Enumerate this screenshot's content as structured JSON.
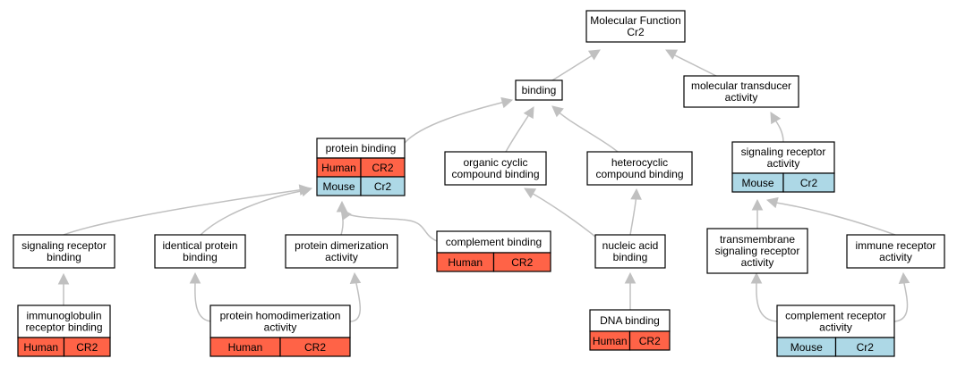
{
  "colors": {
    "human": "#ff6347",
    "mouse": "#add8e6",
    "edge": "#c0c0c0"
  },
  "nodes": {
    "mf": {
      "lines": [
        "Molecular Function",
        "Cr2"
      ]
    },
    "bind": {
      "lines": [
        "binding"
      ]
    },
    "mtrans": {
      "lines": [
        "molecular transducer",
        "activity"
      ]
    },
    "pbind": {
      "lines": [
        "protein binding"
      ],
      "rows": [
        [
          "Human",
          "CR2"
        ],
        [
          "Mouse",
          "Cr2"
        ]
      ]
    },
    "occb": {
      "lines": [
        "organic cyclic",
        "compound binding"
      ]
    },
    "hcb": {
      "lines": [
        "heterocyclic",
        "compound binding"
      ]
    },
    "sra": {
      "lines": [
        "signaling receptor",
        "activity"
      ],
      "rows": [
        [
          "Mouse",
          "Cr2"
        ]
      ]
    },
    "srb": {
      "lines": [
        "signaling receptor",
        "binding"
      ]
    },
    "ipb": {
      "lines": [
        "identical protein",
        "binding"
      ]
    },
    "pda": {
      "lines": [
        "protein dimerization",
        "activity"
      ]
    },
    "cb": {
      "lines": [
        "complement binding"
      ],
      "rows": [
        [
          "Human",
          "CR2"
        ]
      ]
    },
    "nab": {
      "lines": [
        "nucleic acid",
        "binding"
      ]
    },
    "tsra": {
      "lines": [
        "transmembrane",
        "signaling receptor",
        "activity"
      ]
    },
    "ira": {
      "lines": [
        "immune receptor",
        "activity"
      ]
    },
    "irb": {
      "lines": [
        "immunoglobulin",
        "receptor binding"
      ],
      "rows": [
        [
          "Human",
          "CR2"
        ]
      ]
    },
    "phda": {
      "lines": [
        "protein homodimerization",
        "activity"
      ],
      "rows": [
        [
          "Human",
          "CR2"
        ]
      ]
    },
    "dnab": {
      "lines": [
        "DNA binding"
      ],
      "rows": [
        [
          "Human",
          "CR2"
        ]
      ]
    },
    "cra": {
      "lines": [
        "complement receptor",
        "activity"
      ],
      "rows": [
        [
          "Mouse",
          "Cr2"
        ]
      ]
    }
  }
}
